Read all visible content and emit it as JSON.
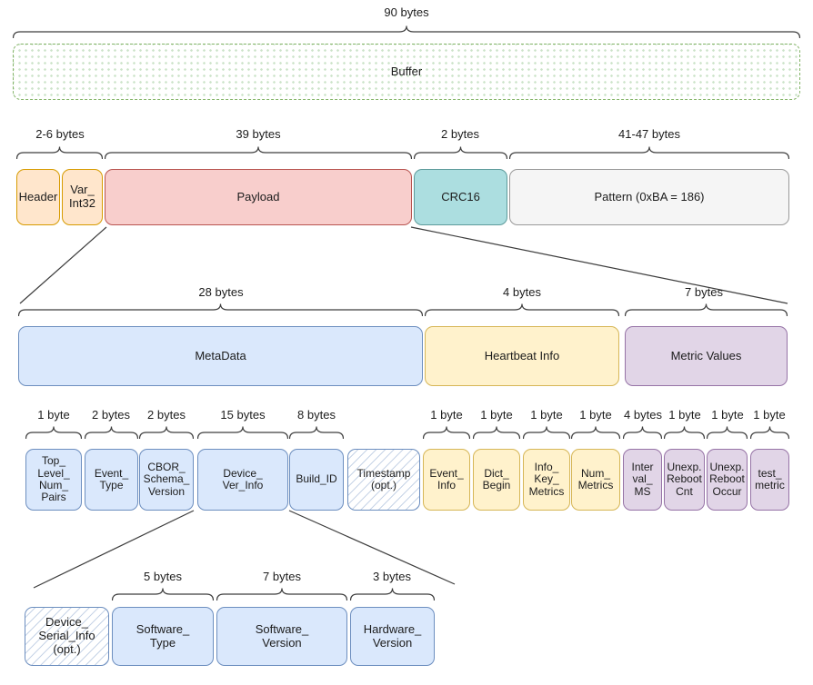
{
  "colors": {
    "orange_fill": "#FFE6CC",
    "orange_stroke": "#D79B00",
    "red_fill": "#F8CECC",
    "red_stroke": "#B85450",
    "teal_fill": "#ACDEE0",
    "teal_stroke": "#5D9B9B",
    "gray_fill": "#F5F5F5",
    "gray_stroke": "#999999",
    "blue_fill": "#DAE8FC",
    "blue_stroke": "#6C8EBF",
    "yellow_fill": "#FFF2CC",
    "yellow_stroke": "#D6B656",
    "purple_fill": "#E1D5E7",
    "purple_stroke": "#9673A6",
    "buffer_stroke": "#82B366",
    "line_stroke": "#3d3d3d"
  },
  "buffer_row": {
    "size_label": "90 bytes",
    "box_label": "Buffer"
  },
  "frame_row": {
    "size_labels": [
      "2-6 bytes",
      "39 bytes",
      "2 bytes",
      "41-47 bytes"
    ],
    "boxes": [
      "Header",
      "Var_\nInt32",
      "Payload",
      "CRC16",
      "Pattern (0xBA = 186)"
    ]
  },
  "payload_row": {
    "size_labels": [
      "28 bytes",
      "4 bytes",
      "7 bytes"
    ],
    "boxes": [
      "MetaData",
      "Heartbeat Info",
      "Metric Values"
    ]
  },
  "field_row": {
    "size_labels": [
      "1 byte",
      "2 bytes",
      "2 bytes",
      "15 bytes",
      "8 bytes",
      "1 byte",
      "1 byte",
      "1 byte",
      "1 byte",
      "4 bytes",
      "1 byte",
      "1 byte",
      "1 byte"
    ],
    "boxes": [
      "Top_\nLevel_\nNum_\nPairs",
      "Event_\nType",
      "CBOR_\nSchema_\nVersion",
      "Device_\nVer_Info",
      "Build_ID",
      "Timestamp\n(opt.)",
      "Event_\nInfo",
      "Dict_\nBegin",
      "Info_\nKey_\nMetrics",
      "Num_\nMetrics",
      "Inter\nval_\nMS",
      "Unexp.\nReboot\nCnt",
      "Unexp.\nReboot\nOccur",
      "test_\nmetric"
    ]
  },
  "device_row": {
    "size_labels": [
      "5 bytes",
      "7 bytes",
      "3 bytes"
    ],
    "boxes": [
      "Device_\nSerial_Info\n(opt.)",
      "Software_\nType",
      "Software_\nVersion",
      "Hardware_\nVersion"
    ]
  }
}
